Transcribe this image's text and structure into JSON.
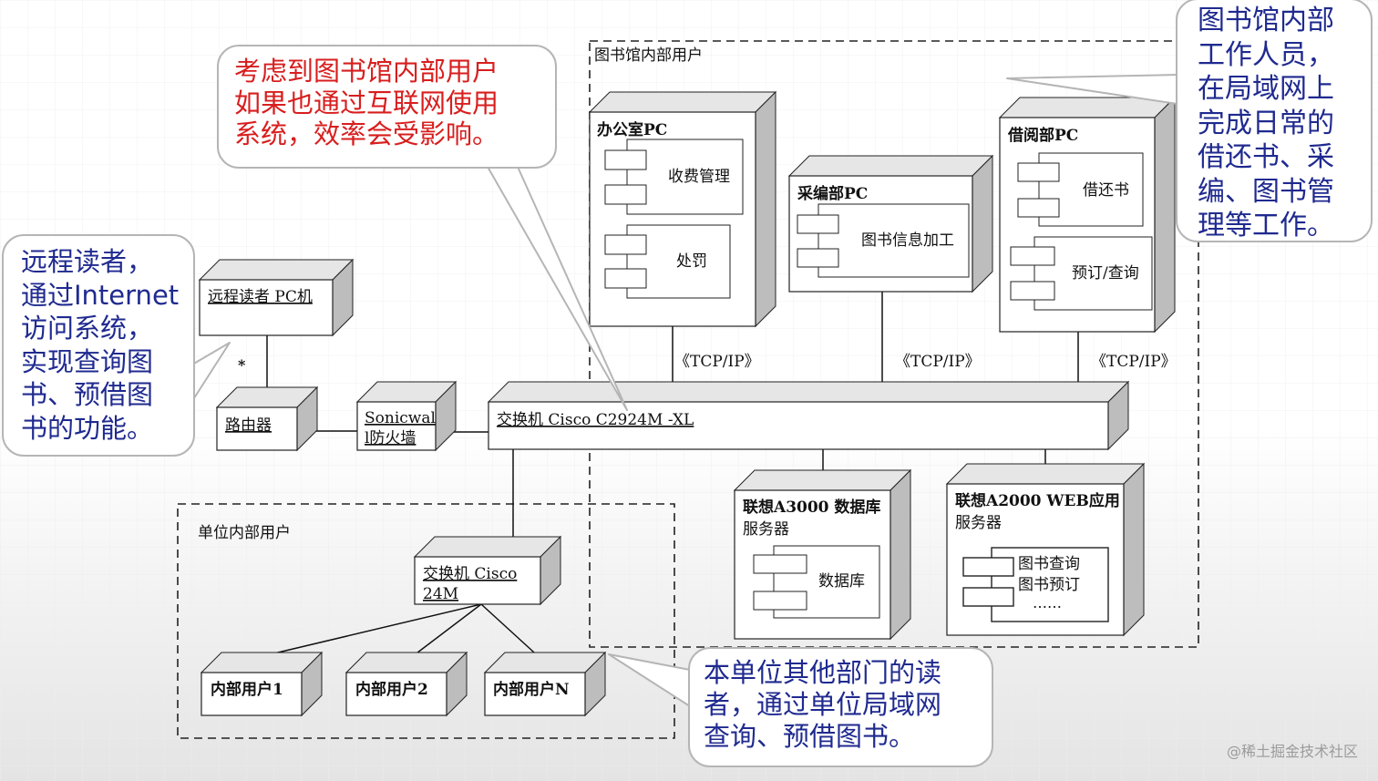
{
  "theme": {
    "page_bg": "#ffffff",
    "box_face": "#ffffff",
    "box_top": "#e6e6e6",
    "box_side": "#bdbdbd",
    "red_text": "#d81e1e",
    "blue_text": "#1f2a8f"
  },
  "regions": {
    "library": "图书馆内部用户",
    "unit": "单位内部用户"
  },
  "nodes": {
    "office_pc": {
      "title": "办公室PC",
      "components": [
        "收费管理",
        "处罚"
      ]
    },
    "catalog_pc": {
      "title": "采编部PC",
      "components": [
        "图书信息加工"
      ]
    },
    "borrow_pc": {
      "title": "借阅部PC",
      "components": [
        "借还书",
        "预订/查询"
      ]
    },
    "remote_pc": {
      "title": "远程读者  PC机"
    },
    "router": {
      "title": "路由器"
    },
    "firewall": {
      "line1": "Sonicwal",
      "line2": "l防火墙"
    },
    "main_switch": {
      "title": "交换机  Cisco C2924M -XL"
    },
    "unit_switch": {
      "line1": "交换机  Cisco",
      "line2": "24M"
    },
    "db_server": {
      "line1": "联想A3000  数据库",
      "line2": "服务器",
      "component": "数据库"
    },
    "web_server": {
      "line1": "联想A2000 WEB应用",
      "line2": "服务器",
      "items": [
        "图书查询",
        "图书预订",
        "……"
      ]
    },
    "internal_users": [
      "内部用户1",
      "内部用户2",
      "内部用户N"
    ]
  },
  "labels": {
    "tcp": "《TCP/IP》",
    "multiplicity": "*"
  },
  "callouts": {
    "library_staff": "图书馆内部\n工作人员，\n在局域网上\n完成日常的\n借还书、采\n编、图书管\n理等工作。",
    "efficiency": "考虑到图书馆内部用户\n如果也通过互联网使用\n系统，效率会受影响。",
    "remote_reader": "远程读者，\n通过Internet\n访问系统，\n实现查询图\n书、预借图\n书的功能。",
    "unit_reader": "本单位其他部门的读\n者，通过单位局域网\n查询、预借图书。"
  },
  "watermark": "@稀土掘金技术社区"
}
